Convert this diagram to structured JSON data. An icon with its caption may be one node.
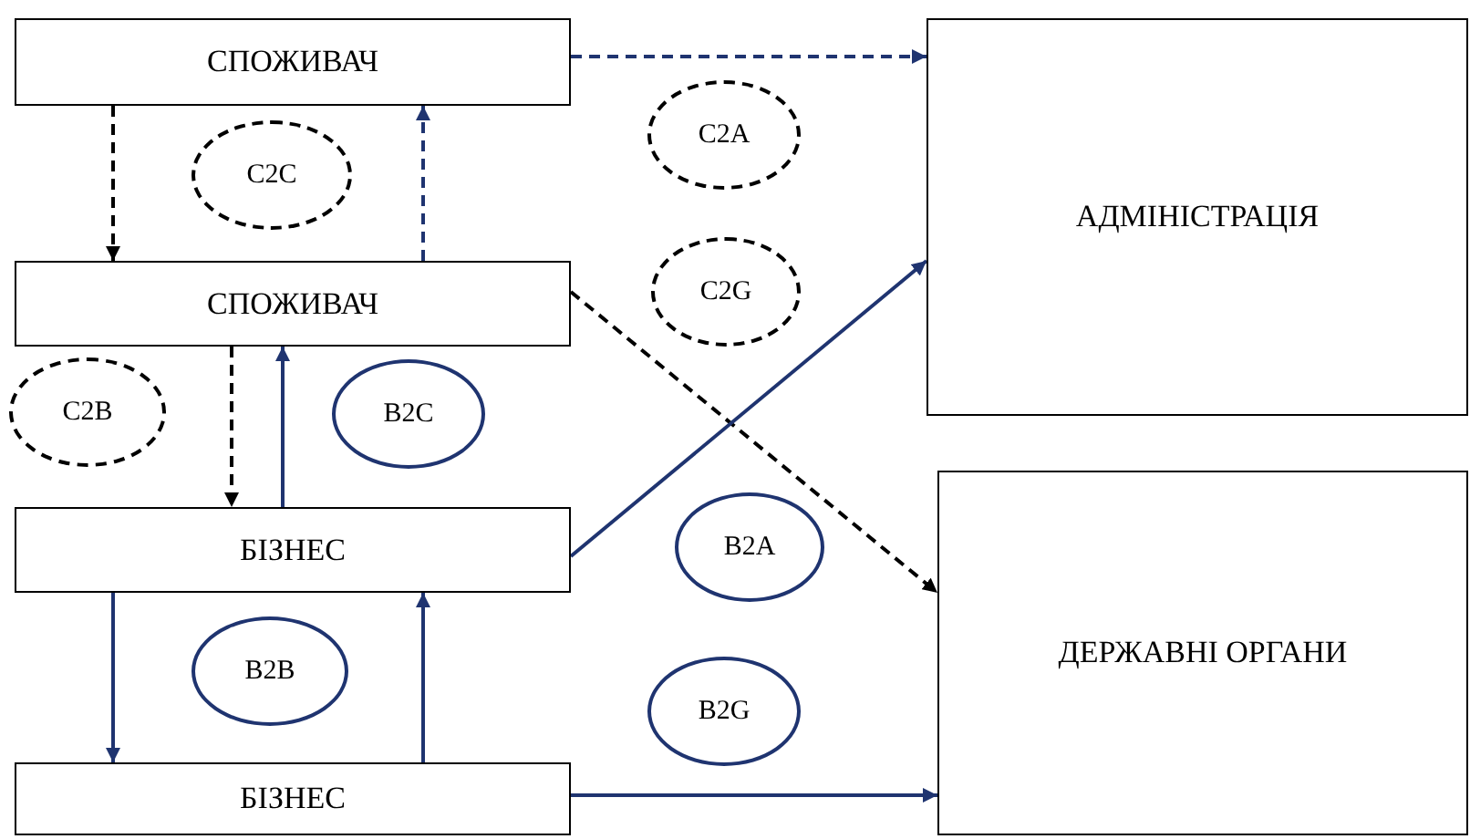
{
  "diagram": {
    "nodes": [
      {
        "text": [
          "СПОЖИВАЧ"
        ]
      },
      {
        "text": [
          "СПОЖИВАЧ"
        ]
      },
      {
        "text": [
          "БІЗНЕС"
        ]
      },
      {
        "text": [
          "БІЗНЕС"
        ]
      },
      {
        "text": [
          "АДМІНІСТРАЦІЯ"
        ]
      },
      {
        "text": [
          "ДЕРЖАВНІ ОРГАНИ"
        ]
      },
      {
        "text": [
          "C2C"
        ]
      },
      {
        "text": [
          "C2A"
        ]
      },
      {
        "text": [
          "C2G"
        ]
      },
      {
        "text": [
          "C2B"
        ]
      },
      {
        "text": [
          "B2C"
        ]
      },
      {
        "text": [
          "B2A"
        ]
      },
      {
        "text": [
          "B2B"
        ]
      },
      {
        "text": [
          "B2G"
        ]
      }
    ],
    "edges": [
      {
        "from": 0,
        "to": 4,
        "arrow": "to",
        "style": "dashed"
      },
      {
        "from": 0,
        "to": 1,
        "arrow": "to",
        "style": "dashed",
        "color": "#000000"
      },
      {
        "from": 1,
        "to": 0,
        "arrow": "to",
        "style": "dashed"
      },
      {
        "from": 1,
        "to": 5,
        "arrow": "to",
        "style": "dashed",
        "color": "#000000"
      },
      {
        "from": 1,
        "to": 2,
        "arrow": "to",
        "style": "dashed",
        "color": "#000000"
      },
      {
        "from": 2,
        "to": 1,
        "arrow": "to"
      },
      {
        "from": 2,
        "to": 4,
        "arrow": "to"
      },
      {
        "from": 2,
        "to": 3,
        "arrow": "to"
      },
      {
        "from": 3,
        "to": 2,
        "arrow": "to"
      },
      {
        "from": 3,
        "to": 5,
        "arrow": "to"
      }
    ]
  }
}
